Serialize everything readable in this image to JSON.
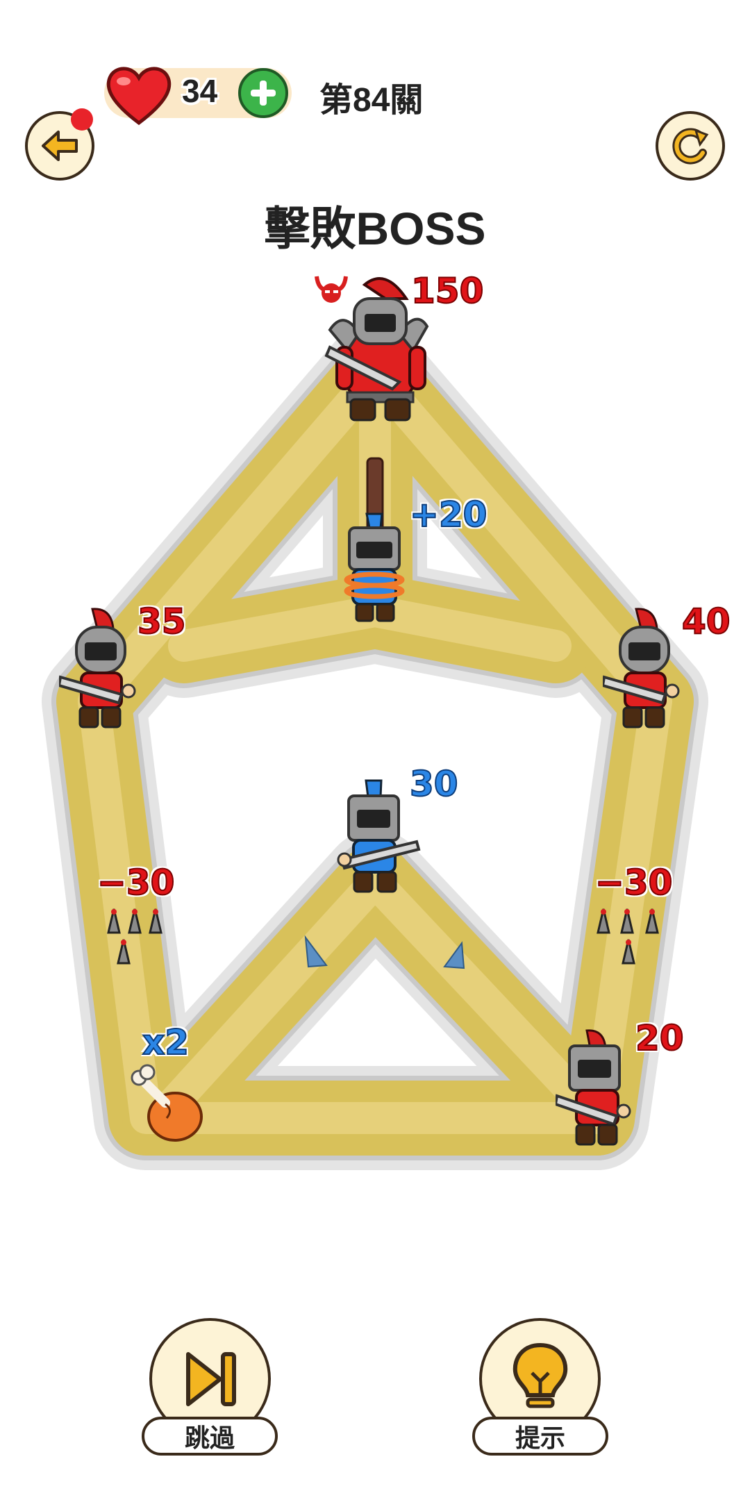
{
  "hud": {
    "lives": "34",
    "level_label": "第84關"
  },
  "objective": "擊敗BOSS",
  "units": {
    "boss_power": "150",
    "captive_bonus": "+20",
    "enemy_left_power": "35",
    "enemy_right_power": "40",
    "player_power": "30",
    "enemy_bottom_right_power": "20"
  },
  "hazards": {
    "left_spikes_penalty": "−30",
    "right_spikes_penalty": "−30",
    "meat_multiplier": "x2"
  },
  "controls": {
    "skip_label": "跳過",
    "hint_label": "提示"
  },
  "colors": {
    "path": "#d8c15a",
    "enemy": "#e01418",
    "player": "#2b86e6",
    "button_bg": "#fdf3d6"
  }
}
